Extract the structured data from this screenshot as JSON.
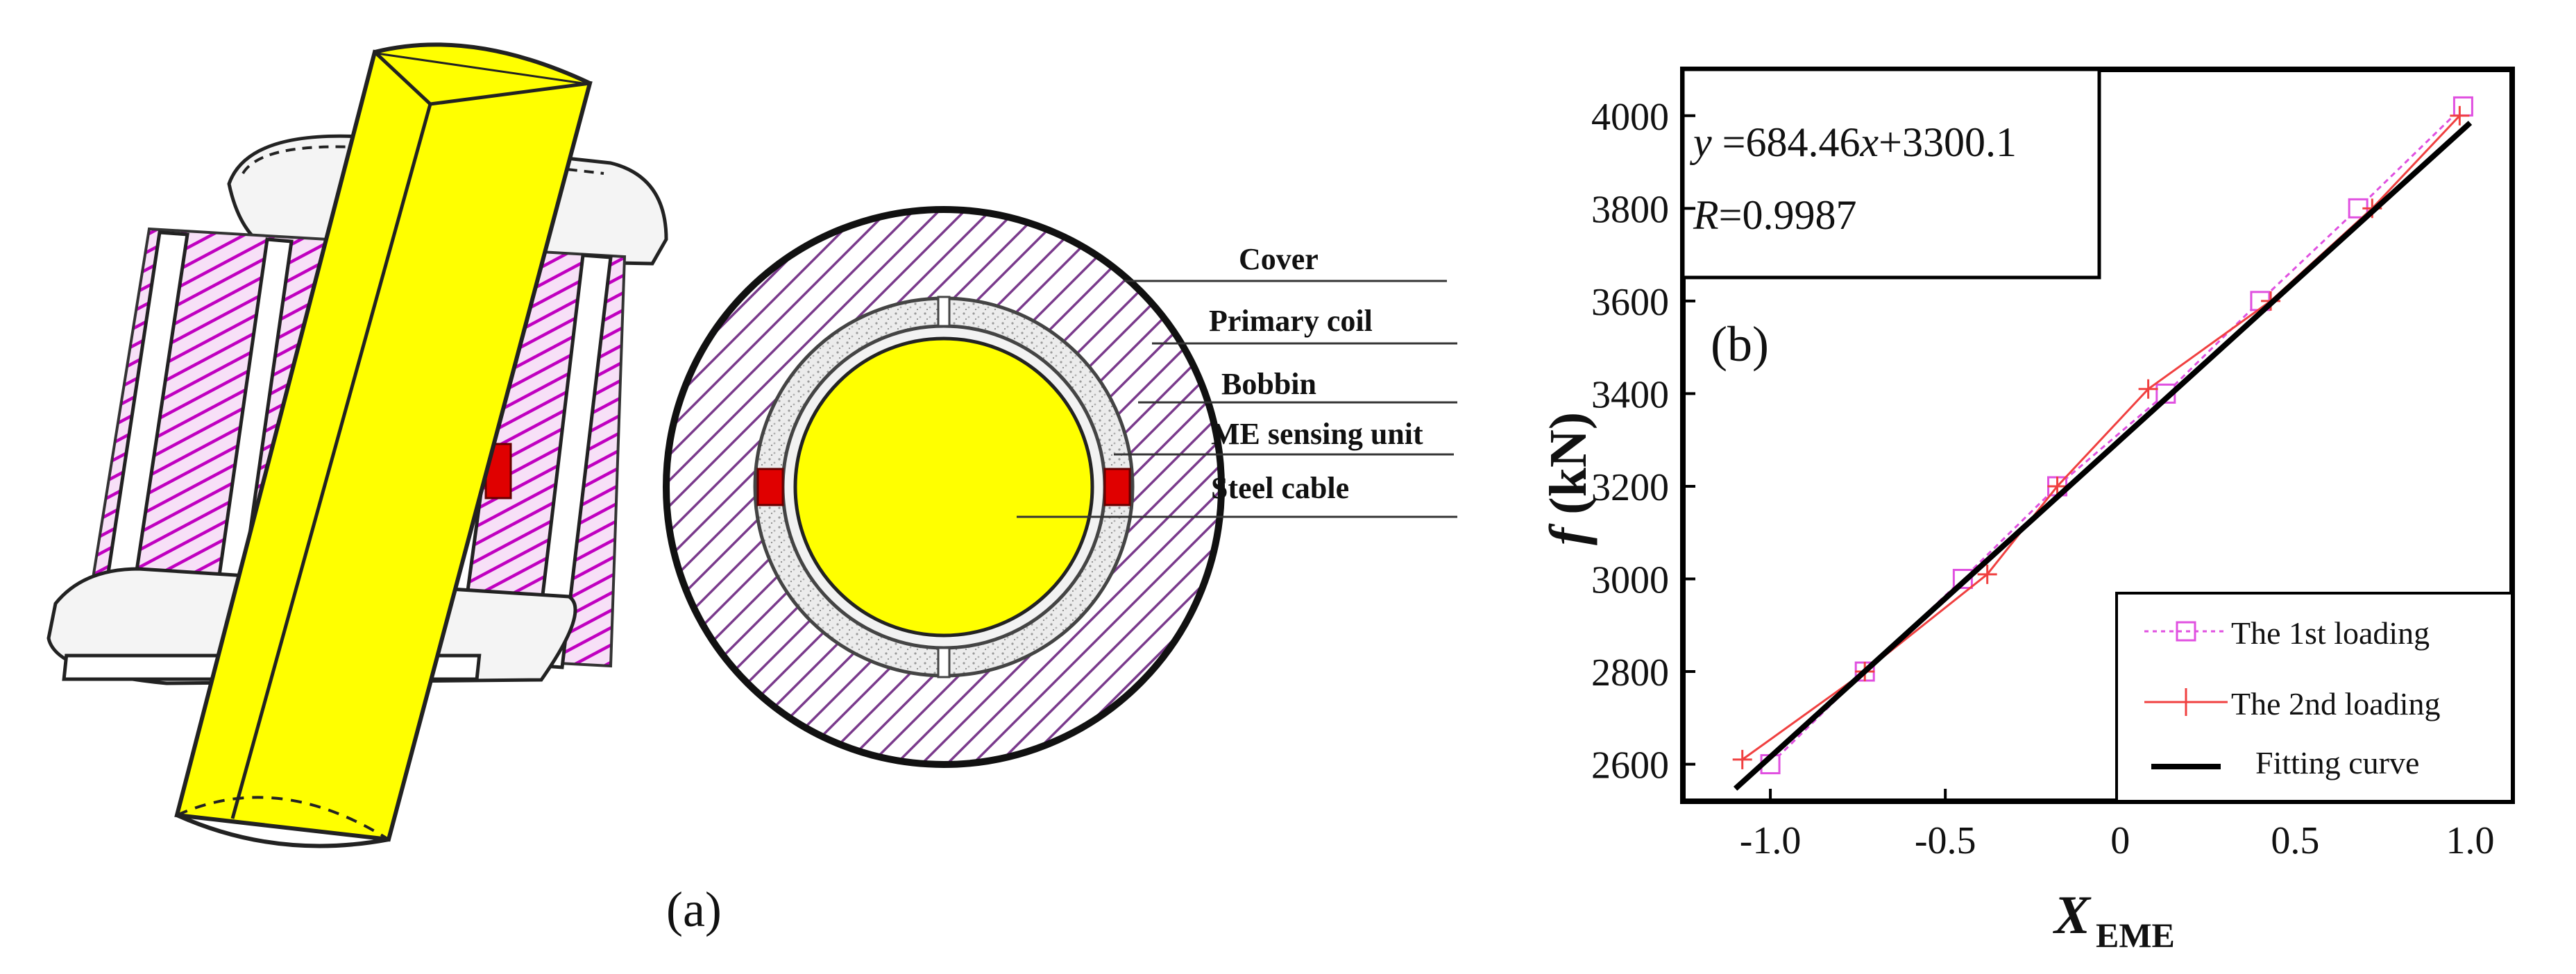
{
  "panel_a": {
    "caption": "(a)",
    "labels": [
      {
        "id": "cover",
        "text": "Cover"
      },
      {
        "id": "primary-coil",
        "text": "Primary coil"
      },
      {
        "id": "bobbin",
        "text": "Bobbin"
      },
      {
        "id": "me-sensing-unit",
        "text": "ME sensing unit"
      },
      {
        "id": "steel-cable",
        "text": "Steel cable"
      }
    ],
    "colors": {
      "cable": "#FFFF00",
      "coil": "#C000C0",
      "hatch": "#7A3A8C",
      "sensor": "#E00000",
      "bobbin": "#E8E8E8"
    }
  },
  "panel_b": {
    "panel_label": "(b)",
    "equation": {
      "var": "y",
      "rest": " =684.46",
      "x": "x",
      "tail": "+3300.1"
    },
    "r_value": {
      "var": "R",
      "rest": "=0.9987"
    },
    "chart_data": {
      "type": "line",
      "xlabel": "X",
      "xlabel_sub": "EME",
      "ylabel_var": "f",
      "ylabel_unit": " (kN)",
      "xlim": [
        -1.25,
        1.12
      ],
      "ylim": [
        2520,
        4100
      ],
      "x_ticks": [
        "-1.0",
        "-0.5",
        "0",
        "0.5",
        "1.0"
      ],
      "x_tick_values": [
        -1.0,
        -0.5,
        0,
        0.5,
        1.0
      ],
      "y_ticks": [
        "2600",
        "2800",
        "3000",
        "3200",
        "3400",
        "3600",
        "3800",
        "4000"
      ],
      "y_tick_values": [
        2600,
        2800,
        3000,
        3200,
        3400,
        3600,
        3800,
        4000
      ],
      "series": [
        {
          "name": "The 1st loading",
          "color": "#E050E0",
          "marker": "square",
          "x": [
            -1.0,
            -0.73,
            -0.45,
            -0.18,
            0.13,
            0.4,
            0.68,
            0.98
          ],
          "y": [
            2600,
            2800,
            3000,
            3200,
            3400,
            3600,
            3800,
            4020
          ]
        },
        {
          "name": "The 2nd loading",
          "color": "#F04040",
          "marker": "plus",
          "x": [
            -1.08,
            -0.73,
            -0.38,
            -0.18,
            0.08,
            0.43,
            0.72,
            0.97
          ],
          "y": [
            2610,
            2800,
            3010,
            3200,
            3410,
            3600,
            3800,
            4000
          ]
        },
        {
          "name": "Fitting curve",
          "color": "#000000",
          "marker": "none",
          "fit": {
            "slope": 684.46,
            "intercept": 3300.1,
            "x_range": [
              -1.1,
              1.0
            ]
          }
        }
      ],
      "legend_position": "bottom-right"
    }
  }
}
